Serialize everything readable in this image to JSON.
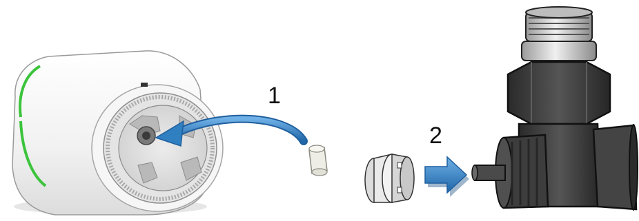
{
  "steps": [
    {
      "number": "1"
    },
    {
      "number": "2"
    }
  ],
  "colors": {
    "arrow_blue": "#2f7fc1",
    "led_green": "#3cc43c",
    "valve_body": "#3a3a3a",
    "outline": "#111111",
    "housing_white": "#f4f4f4",
    "adapter_grey": "#cfcfcf"
  },
  "icons": [
    "thermostat-head",
    "pin-insert",
    "valve-adapter",
    "radiator-valve",
    "curved-arrow",
    "straight-arrow"
  ]
}
